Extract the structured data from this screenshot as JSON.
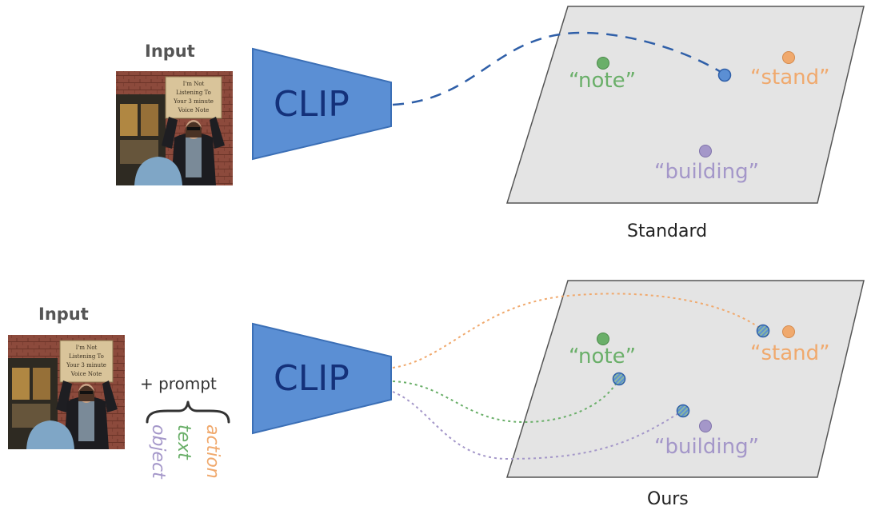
{
  "colors": {
    "clip_fill": "#5b8fd4",
    "clip_stroke": "#3b6fb6",
    "clip_text": "#14317a",
    "plane_fill": "#e4e4e4",
    "plane_stroke": "#555555",
    "note": "#6aaf69",
    "stand": "#f0a96d",
    "building": "#a497c9",
    "embedding": "#5b8fd4",
    "standard_line": "#2f5fa8"
  },
  "top": {
    "input_label": "Input",
    "encoder_label": "CLIP",
    "caption": "Standard",
    "words": {
      "note": "“note”",
      "stand": "“stand”",
      "building": "“building”"
    }
  },
  "bottom": {
    "input_label": "Input",
    "prompt_label": "+ prompt",
    "prompt_items": {
      "object": "object",
      "text": "text",
      "action": "action"
    },
    "encoder_label": "CLIP",
    "caption": "Ours",
    "words": {
      "note": "“note”",
      "stand": "“stand”",
      "building": "“building”"
    }
  },
  "photo": {
    "sign_lines": [
      "I'm Not",
      "Listening To",
      "Your 3 minute",
      "Voice Note"
    ]
  }
}
